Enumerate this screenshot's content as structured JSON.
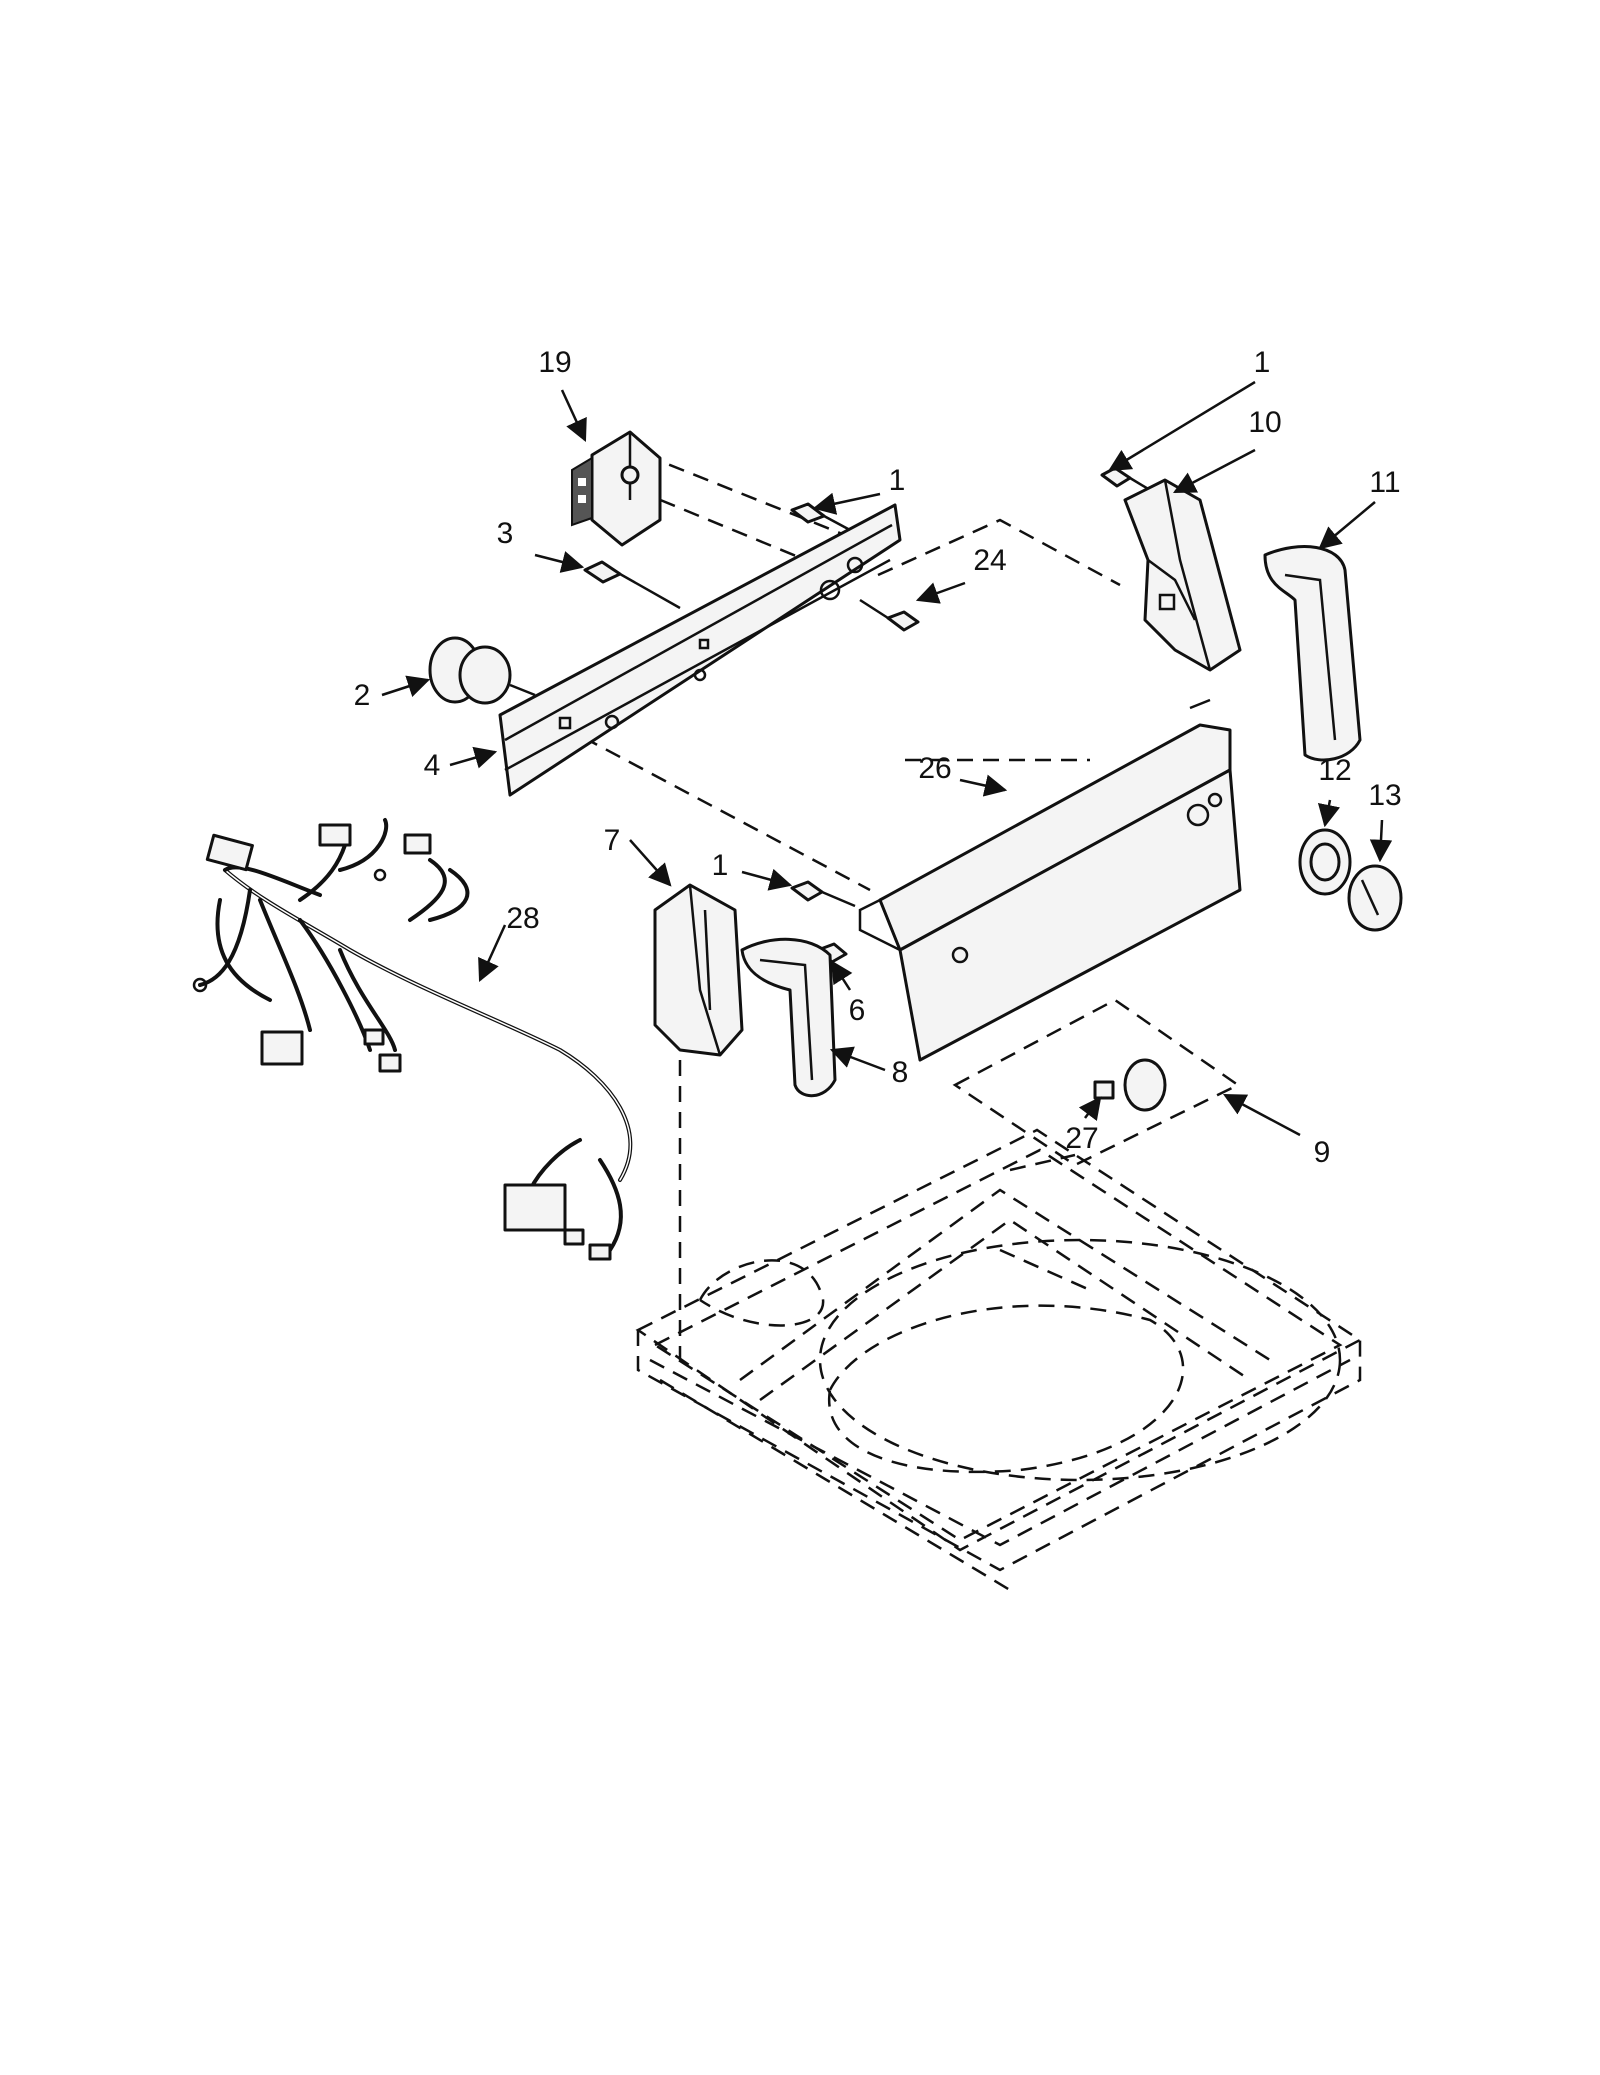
{
  "callouts": [
    {
      "id": "c19",
      "text": "19"
    },
    {
      "id": "c1a",
      "text": "1"
    },
    {
      "id": "c10",
      "text": "10"
    },
    {
      "id": "c1b",
      "text": "1"
    },
    {
      "id": "c11",
      "text": "11"
    },
    {
      "id": "c3",
      "text": "3"
    },
    {
      "id": "c24",
      "text": "24"
    },
    {
      "id": "c2",
      "text": "2"
    },
    {
      "id": "c4",
      "text": "4"
    },
    {
      "id": "c26",
      "text": "26"
    },
    {
      "id": "c12",
      "text": "12"
    },
    {
      "id": "c13",
      "text": "13"
    },
    {
      "id": "c7",
      "text": "7"
    },
    {
      "id": "c1c",
      "text": "1"
    },
    {
      "id": "c28",
      "text": "28"
    },
    {
      "id": "c6",
      "text": "6"
    },
    {
      "id": "c8",
      "text": "8"
    },
    {
      "id": "c27",
      "text": "27"
    },
    {
      "id": "c9",
      "text": "9"
    }
  ]
}
